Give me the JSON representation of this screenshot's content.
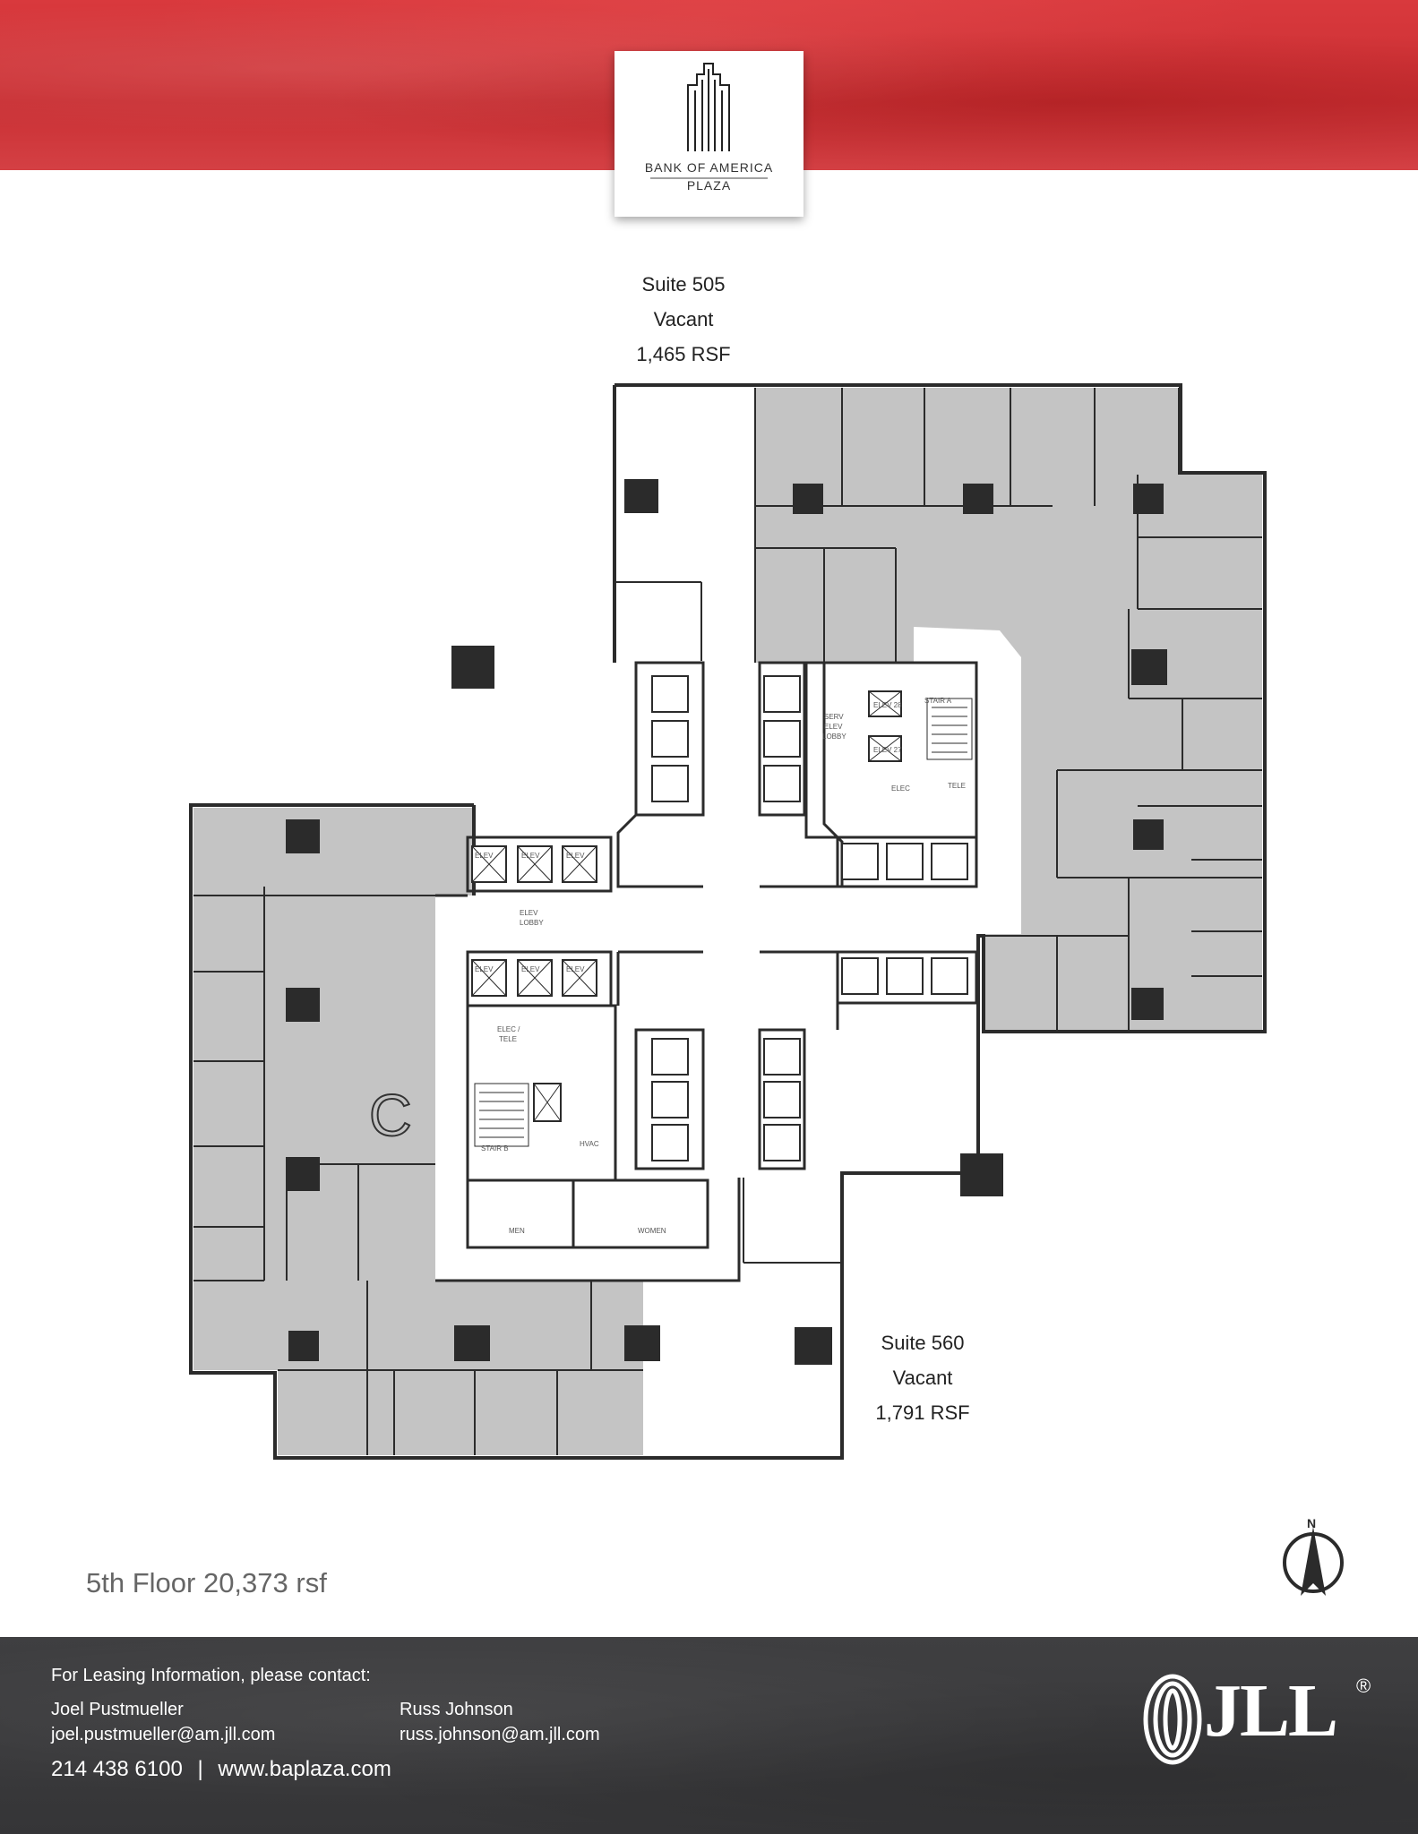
{
  "building": {
    "logo_line1": "BANK OF AMERICA",
    "logo_line2": "PLAZA"
  },
  "suites": [
    {
      "name": "Suite 505",
      "status": "Vacant",
      "area": "1,465 RSF"
    },
    {
      "name": "Suite 560",
      "status": "Vacant",
      "area": "1,791 RSF"
    }
  ],
  "floor_plan": {
    "room_labels": {
      "stair_a": "STAIR A",
      "serv_elev_lobby_1": "SERV",
      "serv_elev_lobby_2": "ELEV",
      "serv_elev_lobby_3": "LOBBY",
      "elev_28": "ELEV 28",
      "elev_27": "ELEV 27",
      "elec_north": "ELEC",
      "tele_north": "TELE",
      "elev_lobby_1": "ELEV",
      "elev_lobby_2": "LOBBY",
      "elec_tele_1": "ELEC /",
      "elec_tele_2": "TELE",
      "stair_b": "STAIR B",
      "hvac": "HVAC",
      "men": "MEN",
      "women": "WOMEN",
      "elev": "ELEV"
    },
    "compass_label": "N",
    "colors": {
      "leased": "#c4c4c4",
      "vacant": "#ffffff",
      "wall": "#2b2b2b",
      "column": "#2b2b2b"
    }
  },
  "floor_title": "5th Floor 20,373 rsf",
  "contact": {
    "heading": "For Leasing Information, please contact:",
    "agents": [
      {
        "name": "Joel Pustmueller",
        "email": "joel.pustmueller@am.jll.com"
      },
      {
        "name": "Russ Johnson",
        "email": "russ.johnson@am.jll.com"
      }
    ],
    "phone": "214 438 6100",
    "separator": "|",
    "website": "www.baplaza.com"
  },
  "brand": {
    "name": "JLL",
    "registered": "®",
    "brand_color": "#d7373b",
    "footer_color": "#3b3b3d"
  }
}
